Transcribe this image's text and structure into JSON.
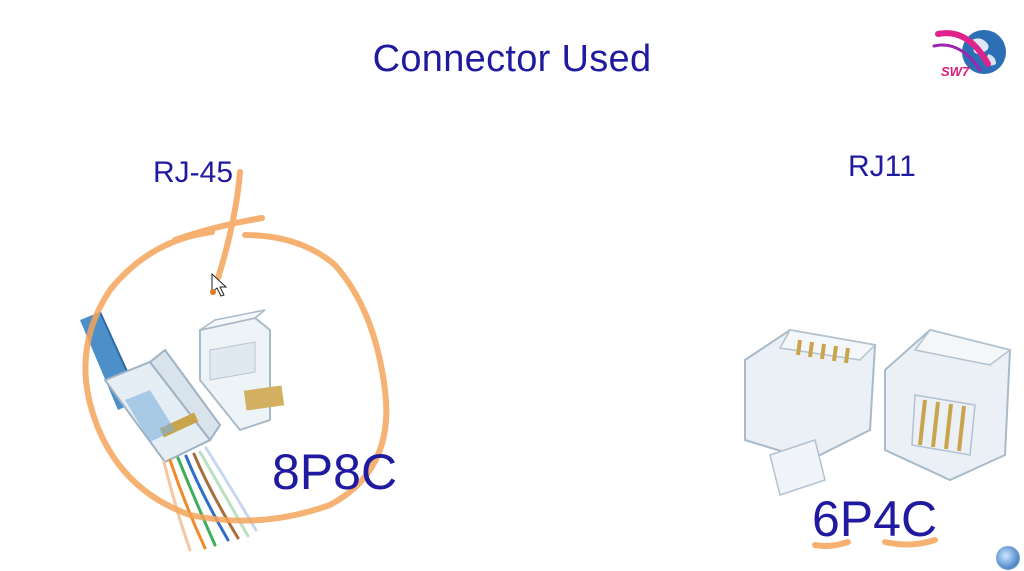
{
  "slide": {
    "title": "Connector Used",
    "left_label": "RJ-45",
    "right_label": "RJ11",
    "left_code": "8P8C",
    "right_code": "6P4C",
    "logo_text": "SW7"
  },
  "colors": {
    "text": "#1f1aa0",
    "annotation": "#f5a45a",
    "cable": "#4d8fc9",
    "background": "#ffffff"
  },
  "icons": {
    "logo": "globe-logo-icon",
    "pointer": "mouse-pointer-icon",
    "corner": "globe-icon"
  }
}
